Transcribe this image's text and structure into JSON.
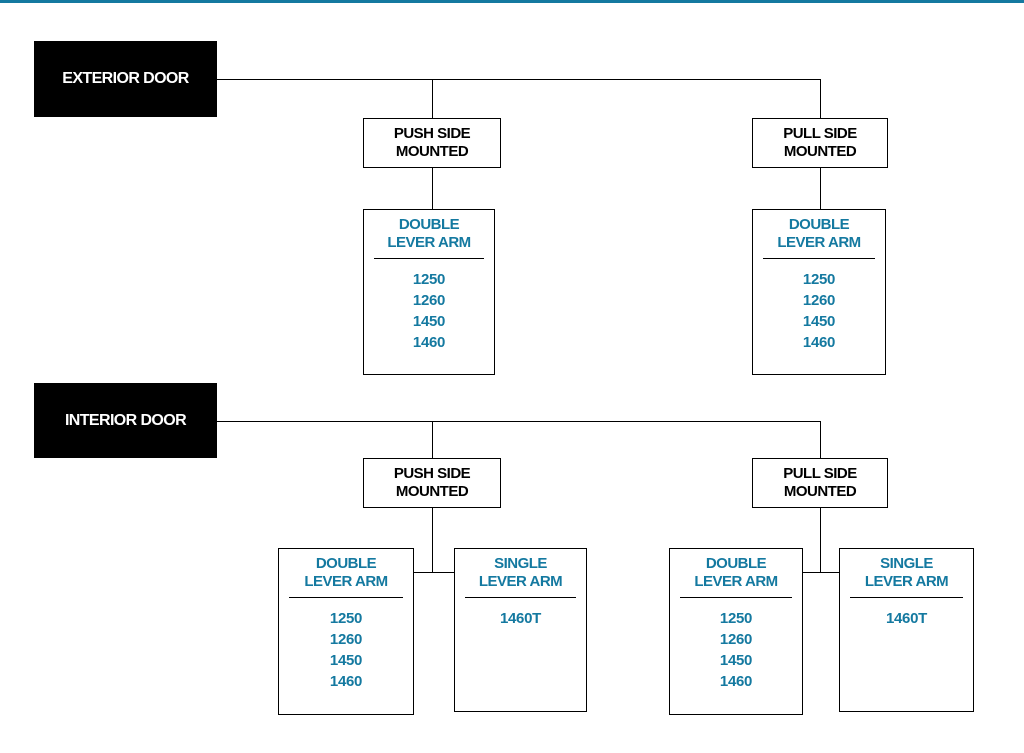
{
  "colors": {
    "accent": "#1479a0",
    "door_box": "#000000",
    "line": "#000000"
  },
  "exterior": {
    "label": "EXTERIOR DOOR",
    "push": {
      "line1": "PUSH SIDE",
      "line2": "MOUNTED",
      "double": {
        "line1": "DOUBLE",
        "line2": "LEVER ARM",
        "models": [
          "1250",
          "1260",
          "1450",
          "1460"
        ]
      }
    },
    "pull": {
      "line1": "PULL SIDE",
      "line2": "MOUNTED",
      "double": {
        "line1": "DOUBLE",
        "line2": "LEVER ARM",
        "models": [
          "1250",
          "1260",
          "1450",
          "1460"
        ]
      }
    }
  },
  "interior": {
    "label": "INTERIOR DOOR",
    "push": {
      "line1": "PUSH SIDE",
      "line2": "MOUNTED",
      "double": {
        "line1": "DOUBLE",
        "line2": "LEVER ARM",
        "models": [
          "1250",
          "1260",
          "1450",
          "1460"
        ]
      },
      "single": {
        "line1": "SINGLE",
        "line2": "LEVER ARM",
        "models": [
          "1460T"
        ]
      }
    },
    "pull": {
      "line1": "PULL SIDE",
      "line2": "MOUNTED",
      "double": {
        "line1": "DOUBLE",
        "line2": "LEVER ARM",
        "models": [
          "1250",
          "1260",
          "1450",
          "1460"
        ]
      },
      "single": {
        "line1": "SINGLE",
        "line2": "LEVER ARM",
        "models": [
          "1460T"
        ]
      }
    }
  }
}
